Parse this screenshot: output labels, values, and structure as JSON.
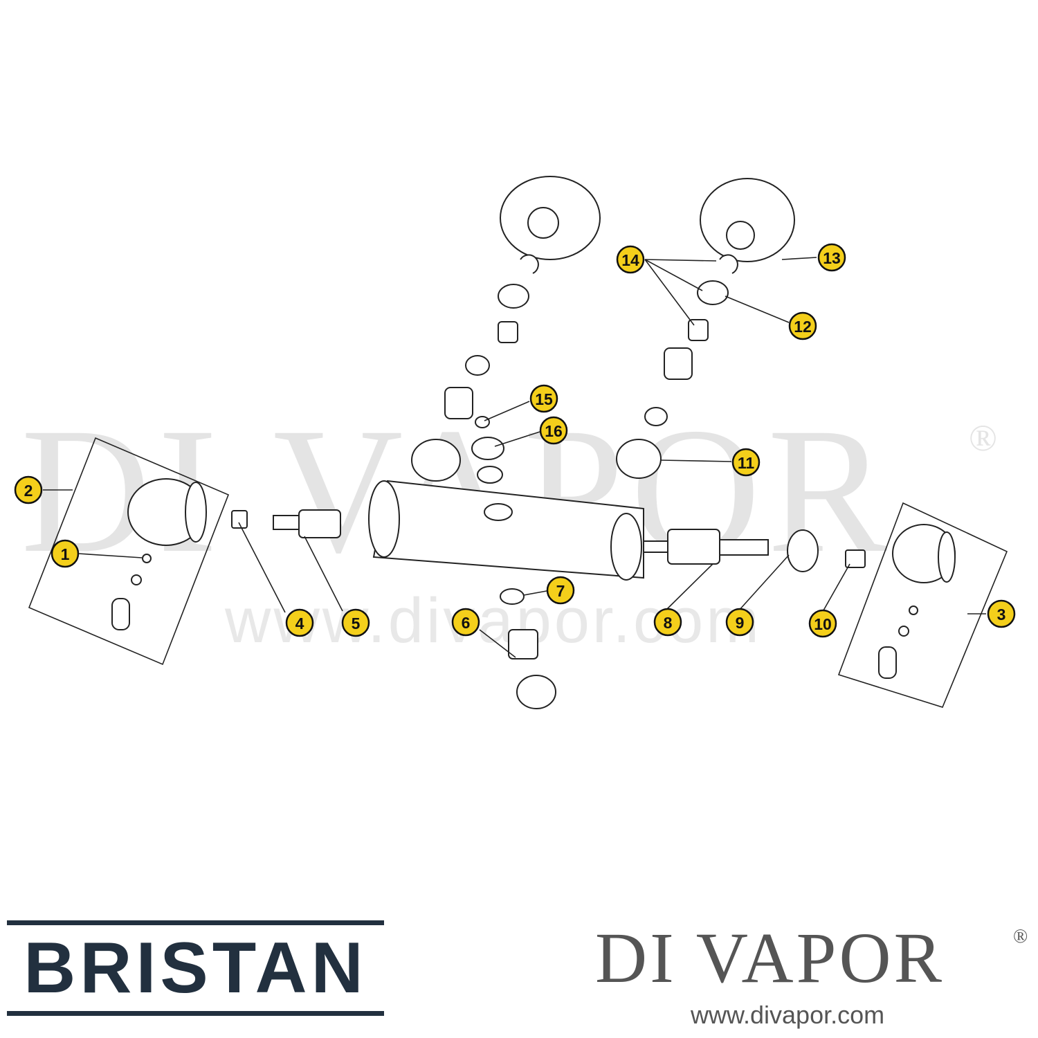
{
  "watermark": {
    "text": "DI VAPOR",
    "registered": "®",
    "url": "www.divapor.com"
  },
  "callouts": [
    "1",
    "2",
    "3",
    "4",
    "5",
    "6",
    "7",
    "8",
    "9",
    "10",
    "11",
    "12",
    "13",
    "14",
    "15",
    "16"
  ],
  "brand_logo": {
    "name": "BRISTAN"
  },
  "dealer_logo": {
    "name": "DI VAPOR",
    "registered": "®",
    "url": "www.divapor.com"
  },
  "colors": {
    "callout_fill": "#f4cf1b",
    "brand": "#22303f",
    "dealer": "#555555",
    "watermark": "#e4e4e4"
  }
}
